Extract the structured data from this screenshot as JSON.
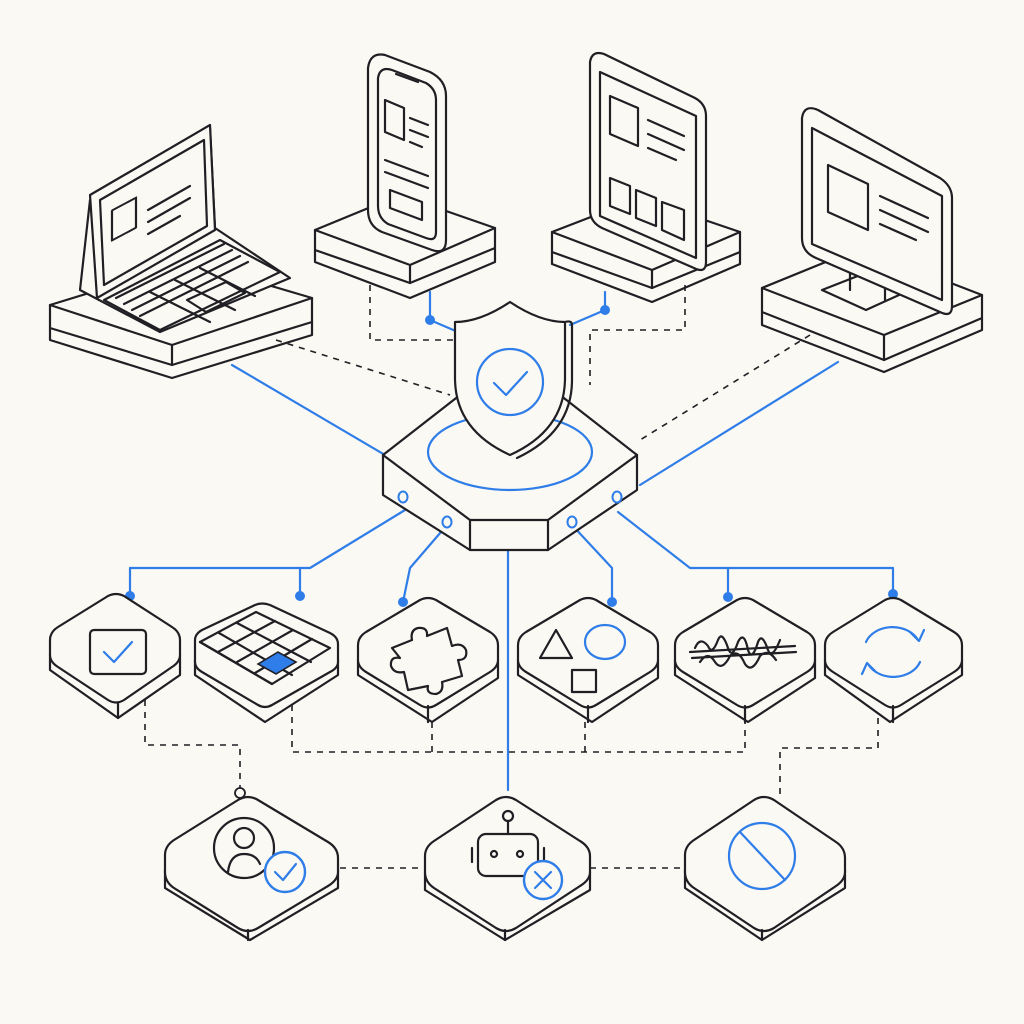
{
  "colors": {
    "accent": "#2f7de8",
    "line": "#1f1f24",
    "background": "#fbf9f3"
  },
  "hub": {
    "icon": "shield-check-icon"
  },
  "devices": [
    {
      "name": "laptop",
      "icon": "laptop-icon"
    },
    {
      "name": "phone",
      "icon": "smartphone-icon"
    },
    {
      "name": "tablet",
      "icon": "tablet-icon"
    },
    {
      "name": "monitor",
      "icon": "desktop-monitor-icon"
    }
  ],
  "challenges": [
    {
      "name": "checkbox",
      "icon": "checkbox-icon"
    },
    {
      "name": "image-grid",
      "icon": "image-grid-icon"
    },
    {
      "name": "puzzle",
      "icon": "puzzle-icon"
    },
    {
      "name": "shapes",
      "icon": "shapes-icon"
    },
    {
      "name": "distorted-text",
      "icon": "distorted-text-icon"
    },
    {
      "name": "refresh",
      "icon": "refresh-icon"
    }
  ],
  "outcomes": [
    {
      "name": "human-verified",
      "icon": "user-check-icon"
    },
    {
      "name": "bot-rejected",
      "icon": "bot-x-icon"
    },
    {
      "name": "blocked",
      "icon": "blocked-icon"
    }
  ]
}
